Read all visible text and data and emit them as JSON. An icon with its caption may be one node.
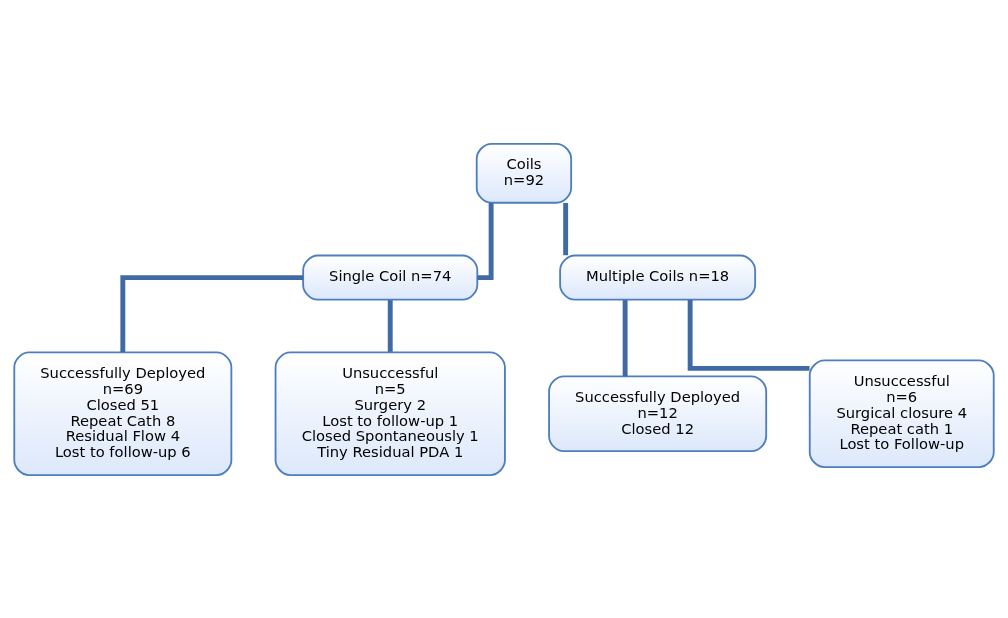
{
  "diagram": {
    "nodes": [
      {
        "text": [
          "Coils",
          "n=92"
        ]
      },
      {
        "text": [
          "Single Coil n=74"
        ]
      },
      {
        "text": [
          "Multiple Coils n=18"
        ]
      },
      {
        "text": [
          "Successfully Deployed",
          "n=69",
          "Closed 51",
          "Repeat Cath 8",
          "Residual Flow 4",
          "Lost to follow-up 6"
        ]
      },
      {
        "text": [
          "Unsuccessful",
          "n=5",
          "Surgery 2",
          "Lost to follow-up 1",
          "Closed Spontaneously 1",
          "Tiny Residual PDA 1"
        ]
      },
      {
        "text": [
          "Successfully Deployed",
          "n=12",
          "Closed 12"
        ]
      },
      {
        "text": [
          "Unsuccessful",
          "n=6",
          "Surgical closure 4",
          "Repeat cath 1",
          "Lost to Follow-up"
        ]
      }
    ],
    "edges": [
      {
        "from": 0,
        "to": 1,
        "arrow": "none"
      },
      {
        "from": 0,
        "to": 2,
        "arrow": "none"
      },
      {
        "from": 1,
        "to": 3,
        "arrow": "none"
      },
      {
        "from": 1,
        "to": 4,
        "arrow": "none"
      },
      {
        "from": 2,
        "to": 5,
        "arrow": "none"
      },
      {
        "from": 2,
        "to": 6,
        "arrow": "none"
      }
    ]
  }
}
